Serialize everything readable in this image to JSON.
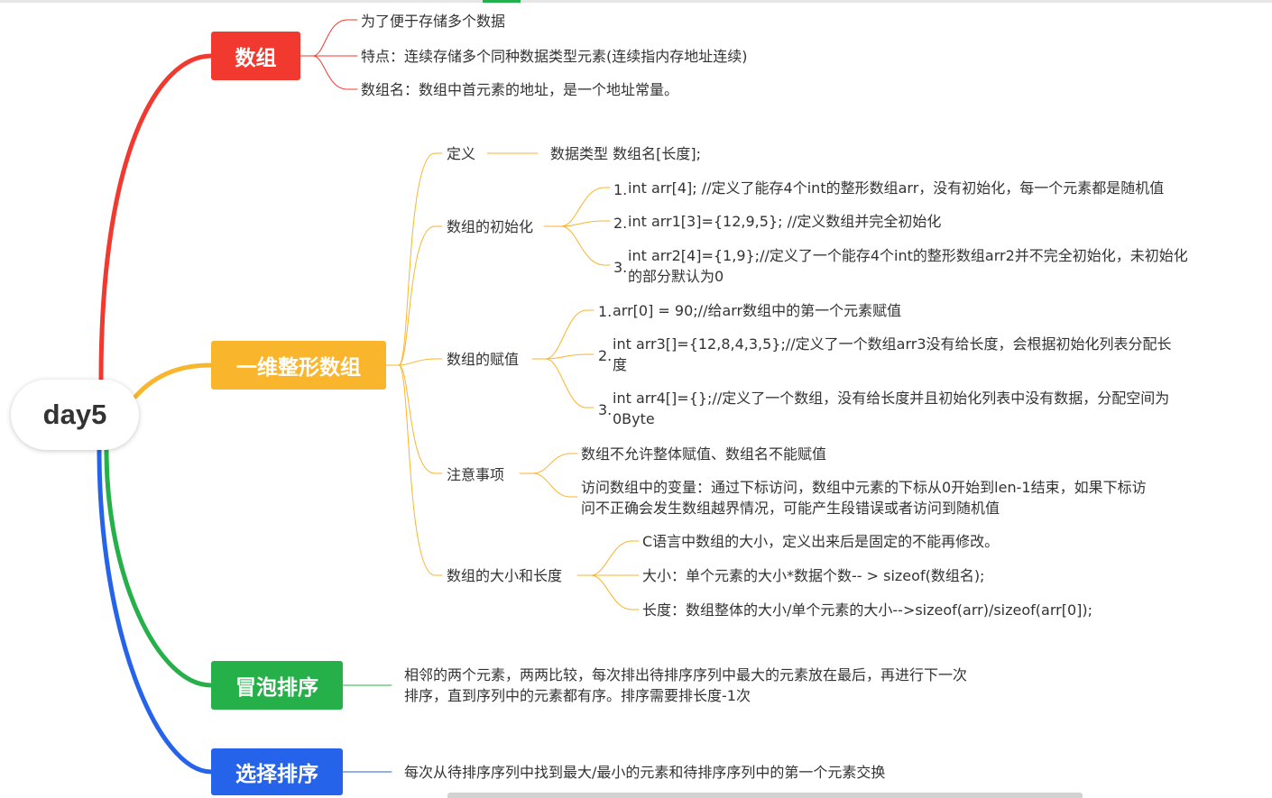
{
  "root": "day5",
  "colors": {
    "red": "#f2392f",
    "yellow": "#f9b52b",
    "green": "#25b04a",
    "blue": "#2563eb"
  },
  "b1": {
    "title": "数组",
    "items": [
      "为了便于存储多个数据",
      "特点：连续存储多个同种数据类型元素(连续指内存地址连续)",
      "数组名：数组中首元素的地址，是一个地址常量。"
    ]
  },
  "b2": {
    "title": "一维整形数组",
    "def": {
      "label": "定义",
      "value": "数据类型 数组名[长度];"
    },
    "init": {
      "label": "数组的初始化",
      "items": [
        {
          "num": "1.",
          "text": "int arr[4]; //定义了能存4个int的整形数组arr，没有初始化，每一个元素都是随机值"
        },
        {
          "num": "2.",
          "text": "int arr1[3]={12,9,5}; //定义数组并完全初始化"
        },
        {
          "num": "3.",
          "text": "int arr2[4]={1,9};//定义了一个能存4个int的整形数组arr2并不完全初始化，未初始化的部分默认为0"
        }
      ]
    },
    "assign": {
      "label": "数组的赋值",
      "items": [
        {
          "num": "1.",
          "text": "arr[0] = 90;//给arr数组中的第一个元素赋值"
        },
        {
          "num": "2.",
          "text": "int arr3[]={12,8,4,3,5};//定义了一个数组arr3没有给长度，会根据初始化列表分配长度"
        },
        {
          "num": "3.",
          "text": "int arr4[]={};//定义了一个数组，没有给长度并且初始化列表中没有数据，分配空间为0Byte"
        }
      ]
    },
    "notes": {
      "label": "注意事项",
      "items": [
        "数组不允许整体赋值、数组名不能赋值",
        "访问数组中的变量：通过下标访问，数组中元素的下标从0开始到len-1结束，如果下标访问不正确会发生数组越界情况，可能产生段错误或者访问到随机值"
      ]
    },
    "size": {
      "label": "数组的大小和长度",
      "items": [
        "C语言中数组的大小，定义出来后是固定的不能再修改。",
        "大小：单个元素的大小*数据个数-- > sizeof(数组名);",
        "长度：数组整体的大小/单个元素的大小-->sizeof(arr)/sizeof(arr[0]);"
      ]
    }
  },
  "b3": {
    "title": "冒泡排序",
    "text": "相邻的两个元素，两两比较，每次排出待排序序列中最大的元素放在最后，再进行下一次排序，直到序列中的元素都有序。排序需要排长度-1次"
  },
  "b4": {
    "title": "选择排序",
    "text": "每次从待排序序列中找到最大/最小的元素和待排序序列中的第一个元素交换"
  }
}
